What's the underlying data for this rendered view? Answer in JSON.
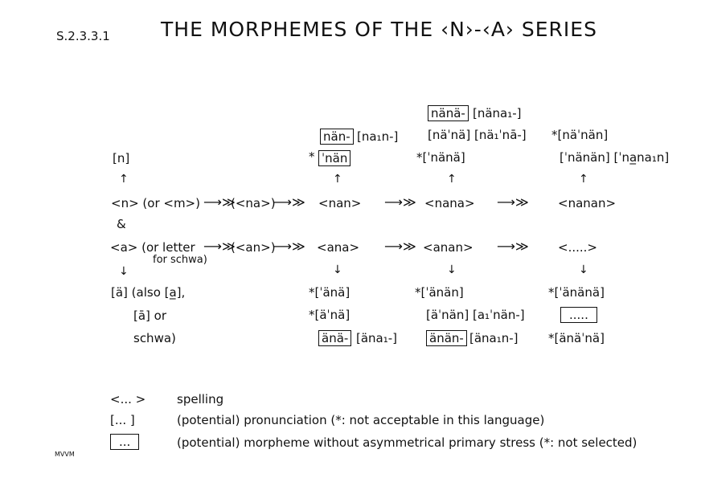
{
  "header": {
    "section": "S.2.3.3.1",
    "title": "THE MORPHEMES OF THE ‹N›-‹A› SERIES"
  },
  "left": {
    "n_pron": "[n]",
    "n_spell": "<n> (or <m>)",
    "amp": "&",
    "a_spell": "<a> (or letter",
    "a_spell_2": "for schwa)",
    "a_pron_1": "[ä] (also [a̲],",
    "a_pron_2": "[ā] or",
    "a_pron_3": "schwa)",
    "up": "↑",
    "down": "↓"
  },
  "arrows": {
    "double": "⟶≫",
    "na": "(<na>)",
    "an": "(<an>)"
  },
  "col2": {
    "top_box": "nän-",
    "top_br": "[na₁n-]",
    "star_box": "ˈnän",
    "star": "*",
    "spell_top": "<nan>",
    "spell_bot": "<ana>",
    "b1": "*[ˈänä]",
    "b2": "*[äˈnä]",
    "b3_box": "änä-",
    "b3_br": "[äna₁-]"
  },
  "col3": {
    "t1_box": "nänä-",
    "t1_br": "[näna₁-]",
    "t2": "[näˈnä] [nä₁ˈnā-]",
    "t3": "*[ˈnänä]",
    "spell_top": "<nana>",
    "spell_bot": "<anan>",
    "b1": "*[ˈänän]",
    "b2": "[äˈnän] [a₁ˈnän-]",
    "b3_box": "änän-",
    "b3_br": "[äna₁n-]"
  },
  "col4": {
    "t2": "*[näˈnän]",
    "t3": "[ˈnänän] [ˈna̲na₁n]",
    "spell_top": "<nanan>",
    "spell_bot": "<.....>",
    "b1": "*[ˈänänä]",
    "b2_box": ".....",
    "b3": "*[änäˈnä]"
  },
  "legend": [
    {
      "symbol": "<... >",
      "text": "spelling"
    },
    {
      "symbol": "[... ]",
      "text": "(potential) pronunciation (*: not acceptable in this language)"
    },
    {
      "symbol": "...",
      "text": "(potential) morpheme without asymmetrical primary stress (*: not selected)"
    }
  ],
  "signature": "MVVM"
}
